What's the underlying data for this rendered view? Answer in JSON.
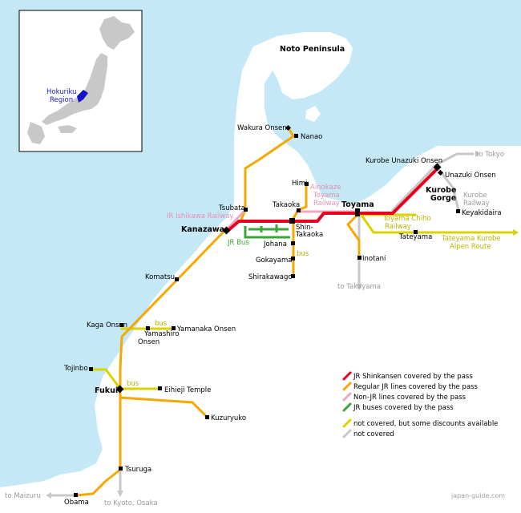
{
  "map": {
    "peninsula": "Noto Peninsula",
    "inset": {
      "region": "Hokuriku",
      "region2": "Region"
    },
    "colors": {
      "sea": "#c5e8f7",
      "land": "#ffffff",
      "shinkansen": "#e8001c",
      "jr_line": "#f6a800",
      "non_jr": "#f2a6c3",
      "jr_bus": "#3aa63a",
      "discount": "#d9d400",
      "not_covered": "#c8c8c8"
    },
    "stations": {
      "wakura": "Wakura Onsen",
      "nanao": "Nanao",
      "tsubata": "Tsubata",
      "kanazawa": "Kanazawa",
      "komatsu": "Komatsu",
      "kaga": "Kaga Onsen",
      "yamashiro1": "Yamashiro",
      "yamashiro2": "Onsen",
      "yamanaka": "Yamanaka Onsen",
      "tojinbo": "Tojinbo",
      "fukui": "Fukui",
      "eiheiji": "Eihieji Temple",
      "kuzuryuko": "Kuzuryuko",
      "tsuruga": "Tsuruga",
      "obama": "Obama",
      "himi": "Himi",
      "takaoka": "Takaoka",
      "shintakaoka1": "Shin-",
      "shintakaoka2": "Takaoka",
      "johana": "Johana",
      "gokayama": "Gokayama",
      "shirakawago": "Shirakawago",
      "toyama": "Toyama",
      "inotani": "Inotani",
      "tateyama": "Tateyama",
      "keyakidaira": "Keyakidaira",
      "unazuki": "Unazuki Onsen",
      "kurobe_unazuki": "Kurobe Unazuki Onsen",
      "kurobe_gorge1": "Kurobe",
      "kurobe_gorge2": "Gorge"
    },
    "lines": {
      "ir_ishikawa": "IR Ishikawa Railway",
      "ainokaze1": "Ainokaze",
      "ainokaze2": "Toyama",
      "ainokaze3": "Railway",
      "jr_bus": "JR Bus",
      "bus": "bus",
      "toyama_chiho1": "Toyama Chiho",
      "toyama_chiho2": "Railway",
      "tateyama_kurobe1": "Tateyama Kurobe",
      "tateyama_kurobe2": "Alpen Route",
      "kurobe_railway1": "Kurobe",
      "kurobe_railway2": "Railway"
    },
    "destinations": {
      "tokyo": "to Tokyo",
      "takayama": "to Takayama",
      "maizuru": "to Maizuru",
      "kyoto": "to Kyoto, Osaka"
    },
    "legend": [
      {
        "color": "#e8001c",
        "label": "JR Shinkansen covered by the pass"
      },
      {
        "color": "#f6a800",
        "label": "Regular JR lines covered by the pass"
      },
      {
        "color": "#f2a6c3",
        "label": "Non-JR lines covered by the pass"
      },
      {
        "color": "#3aa63a",
        "label": "JR buses covered by the pass"
      },
      {
        "color": "#d9d400",
        "label": "not covered, but some discounts available"
      },
      {
        "color": "#c8c8c8",
        "label": "not covered"
      }
    ],
    "credit": "japan-guide.com"
  }
}
